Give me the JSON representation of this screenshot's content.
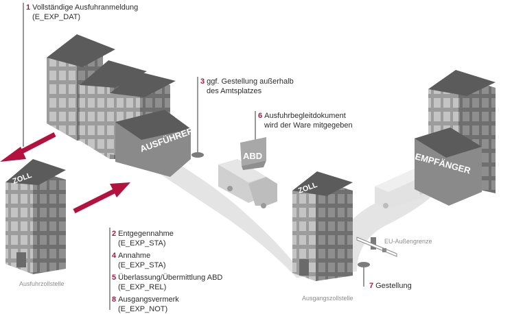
{
  "steps": {
    "s1": {
      "num": "1",
      "text": "Vollständige Ausfuhranmeldung",
      "code": "(E_EXP_DAT)"
    },
    "s3": {
      "num": "3",
      "text": "ggf. Gestellung außerhalb",
      "text2": "des Amtsplatzes"
    },
    "s6": {
      "num": "6",
      "text": "Ausfuhrbegleitdokument",
      "text2": "wird der Ware mitgegeben"
    },
    "s2": {
      "num": "2",
      "text": "Entgegennahme",
      "code": "(E_EXP_STA)"
    },
    "s4": {
      "num": "4",
      "text": "Annahme",
      "code": "(E_EXP_STA)"
    },
    "s5": {
      "num": "5",
      "text": "Überlassung/Übermittlung ABD",
      "code": "(E_EXP_REL)"
    },
    "s8": {
      "num": "8",
      "text": "Ausgangsvermerk",
      "code": "(E_EXP_NOT)"
    },
    "s7": {
      "num": "7",
      "text": "Gestellung"
    }
  },
  "buildings": {
    "exporter": "AUSFÜHRER",
    "customs_left": "ZOLL",
    "customs_exit": "ZOLL",
    "receiver": "EMPFÄNGER"
  },
  "document": "ABD",
  "captions": {
    "export_office": "Ausfuhrzollstelle",
    "exit_office": "Ausgangszollstelle",
    "eu_border": "EU-Außengrenze"
  },
  "colors": {
    "accent": "#b4123e",
    "road": "#e4e4e4"
  }
}
